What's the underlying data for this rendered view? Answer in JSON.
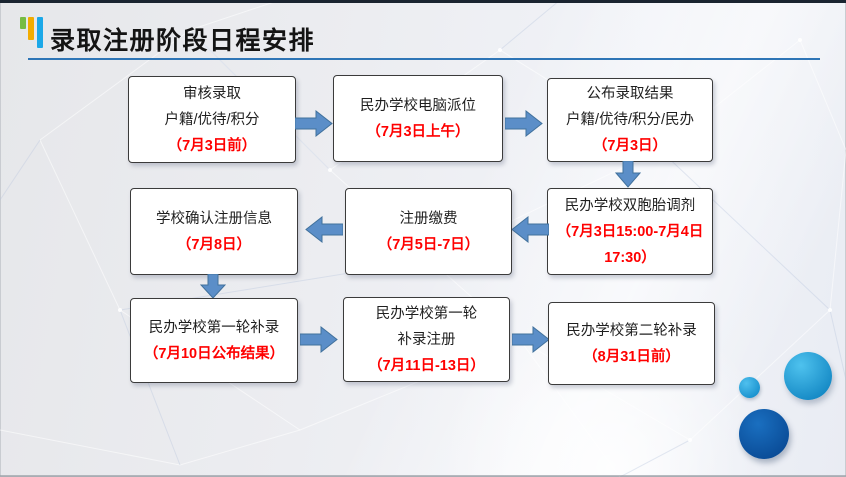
{
  "title": {
    "text": "录取注册阶段日程安排"
  },
  "flowchart": {
    "nodes": [
      {
        "name": "review-admission",
        "text": "审核录取\n户籍/优待/积分",
        "date": "（7月3日前）"
      },
      {
        "name": "computer-lottery",
        "text": "民办学校电脑派位",
        "date": "（7月3日上午）"
      },
      {
        "name": "publish-results",
        "text": "公布录取结果\n户籍/优待/积分/民办",
        "date": "（7月3日）"
      },
      {
        "name": "twins-adjustment",
        "text": "民办学校双胞胎调剂",
        "date": "（7月3日15:00-7月4日\n17:30）"
      },
      {
        "name": "registration-payment",
        "text": "注册缴费",
        "date": "（7月5日-7日）"
      },
      {
        "name": "school-confirm-info",
        "text": "学校确认注册信息",
        "date": "（7月8日）"
      },
      {
        "name": "first-round-makeup",
        "text": "民办学校第一轮补录",
        "date": "（7月10日公布结果）"
      },
      {
        "name": "first-round-register",
        "text": "民办学校第一轮\n补录注册",
        "date": "（7月11日-13日）"
      },
      {
        "name": "second-round-makeup",
        "text": "民办学校第二轮补录",
        "date": "（8月31日前）"
      }
    ]
  },
  "colors": {
    "arrow_fill": "#5b8ec8",
    "arrow_border": "#41719c",
    "date_red": "#ff0000",
    "title_underline_blue": "#2e75b6",
    "icon_bar_green": "#76bc43",
    "icon_bar_yellow": "#f2ac00",
    "icon_bar_blue": "#1ba8e8",
    "circle_light_blue": "#1f9ed6",
    "circle_dark_blue": "#0c55a6",
    "top_strip": "#1a2430"
  }
}
